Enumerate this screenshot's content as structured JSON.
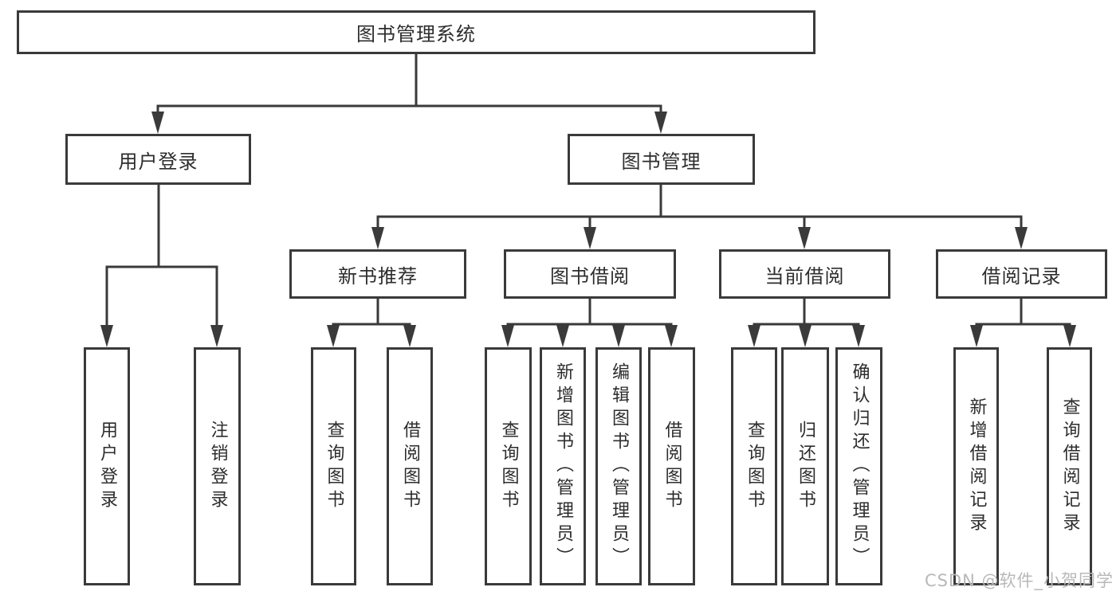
{
  "diagram": {
    "type": "hierarchy-tree",
    "background": "#ffffff",
    "palette": {
      "line": "#3a3a3a",
      "box_border": "#3a3a3a",
      "box_fill": "#ffffff",
      "text": "#2d2d2d",
      "watermark_text": "#b8b8b8"
    }
  },
  "tree": {
    "root": {
      "label": "图书管理系统"
    },
    "level2": [
      {
        "label": "用户登录",
        "parent": "图书管理系统"
      },
      {
        "label": "图书管理",
        "parent": "图书管理系统"
      }
    ],
    "level3": [
      {
        "label": "新书推荐",
        "parent": "图书管理"
      },
      {
        "label": "图书借阅",
        "parent": "图书管理"
      },
      {
        "label": "当前借阅",
        "parent": "图书管理"
      },
      {
        "label": "借阅记录",
        "parent": "图书管理"
      }
    ],
    "leaves": [
      {
        "label": "用户登录",
        "parent": "用户登录"
      },
      {
        "label": "注销登录",
        "parent": "用户登录"
      },
      {
        "label": "查询图书",
        "parent": "新书推荐"
      },
      {
        "label": "借阅图书",
        "parent": "新书推荐"
      },
      {
        "label": "查询图书",
        "parent": "图书借阅"
      },
      {
        "label": "新增图书（管理员）",
        "parent": "图书借阅"
      },
      {
        "label": "编辑图书（管理员）",
        "parent": "图书借阅"
      },
      {
        "label": "借阅图书",
        "parent": "图书借阅"
      },
      {
        "label": "查询图书",
        "parent": "当前借阅"
      },
      {
        "label": "归还图书",
        "parent": "当前借阅"
      },
      {
        "label": "确认归还（管理员）",
        "parent": "当前借阅"
      },
      {
        "label": "新增借阅记录",
        "parent": "借阅记录"
      },
      {
        "label": "查询借阅记录",
        "parent": "借阅记录"
      }
    ]
  },
  "watermark": "CSDN @软件_小贺同学"
}
